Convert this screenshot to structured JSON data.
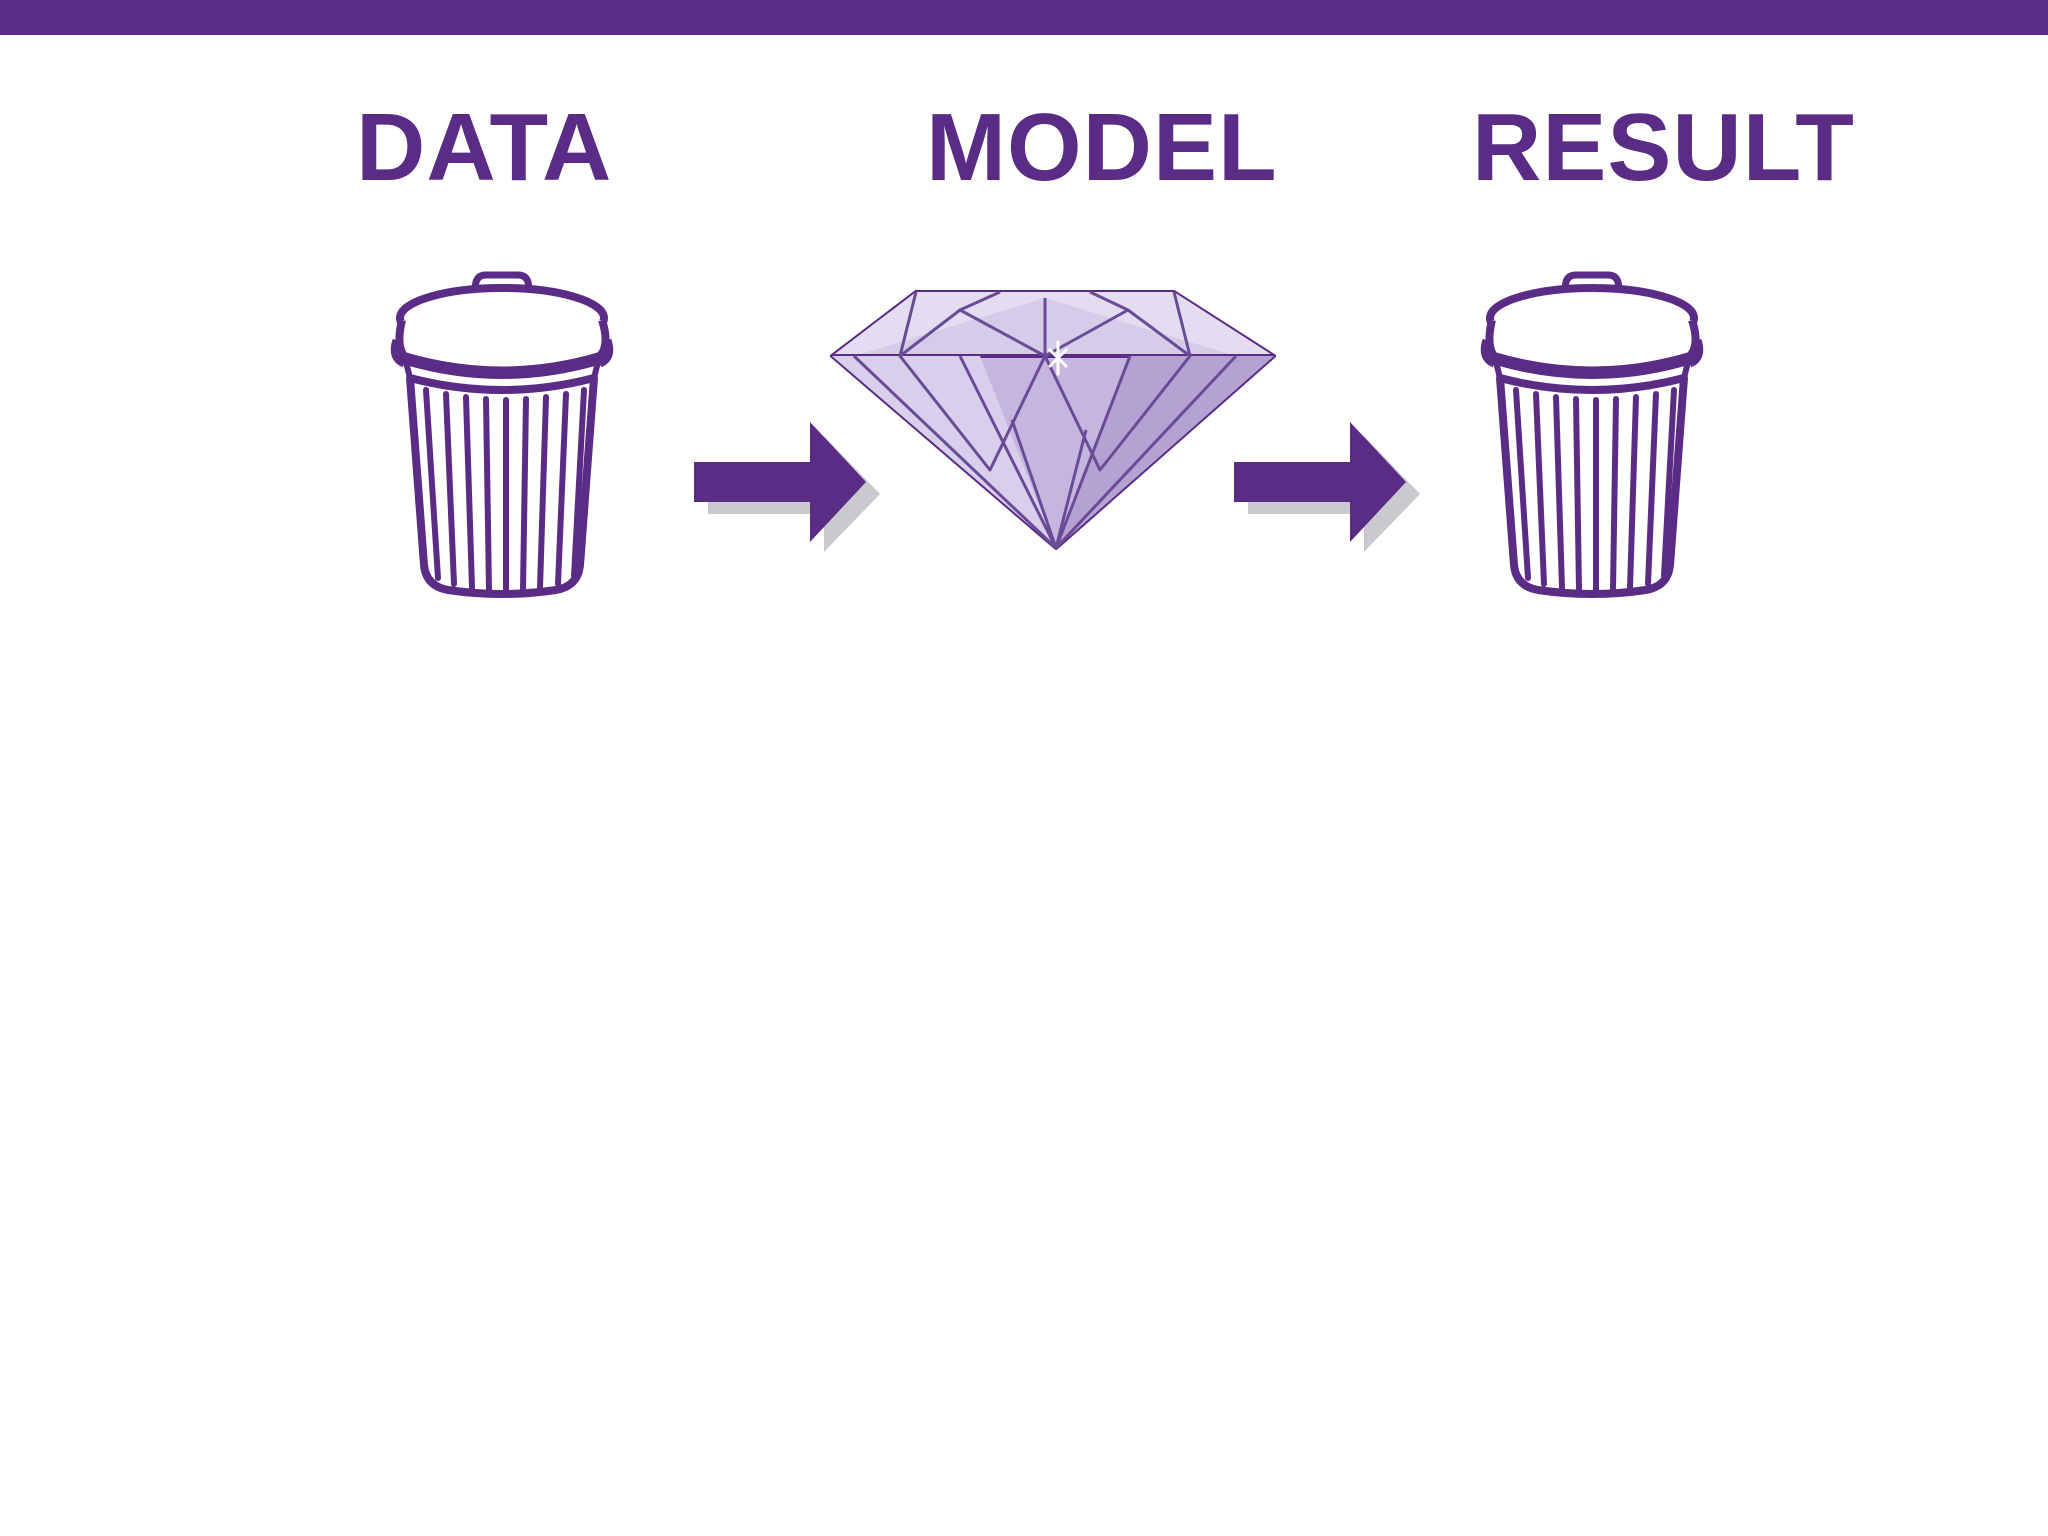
{
  "slide": {
    "labels": {
      "data": "DATA",
      "model": "MODEL",
      "result": "RESULT"
    },
    "icons": {
      "data": "trash-can-icon",
      "model": "diamond-icon",
      "result": "trash-can-icon",
      "connectors": "right-arrow-icon"
    },
    "colors": {
      "brand": "#5b2c86",
      "arrow_shadow": "#c9c9cf",
      "diamond_fill": "#cfc3e3"
    }
  }
}
